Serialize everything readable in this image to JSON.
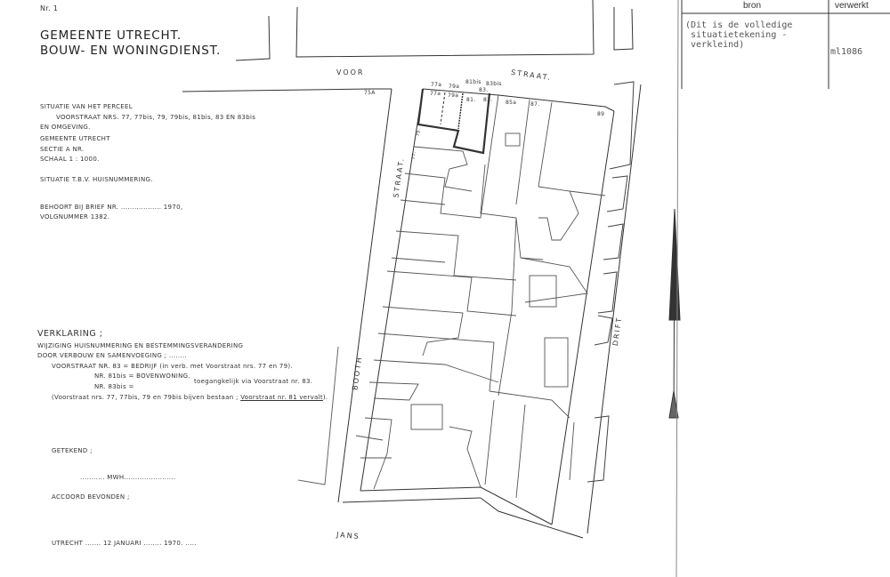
{
  "header": {
    "nr_label": "Nr.",
    "nr_value": "1",
    "title_line1": "GEMEENTE UTRECHT.",
    "title_line2": "BOUW- EN WONINGDIENST."
  },
  "situatie": {
    "line1": "SITUATIE   VAN  HET   PERCEEL",
    "line2": "VOORSTRAAT NRS. 77, 77bis, 79, 79bis, 81bis, 83 EN 83bis",
    "line3": "EN OMGEVING.",
    "gemeente": "GEMEENTE  UTRECHT",
    "sectie": "SECTIE       A            NR.",
    "schaal": "SCHAAL     1 : 1000.",
    "tbv": "SITUATIE T.B.V. HUISNUMMERING.",
    "brief": "BEHOORT BIJ BRIEF NR. .................. 1970,",
    "volgnummer": "VOLGNUMMER  1382."
  },
  "verklaring": {
    "title": "VERKLARING ;",
    "line1": "WIJZIGING HUISNUMMERING EN BESTEMMINGSVERANDERING",
    "line2": "DOOR VERBOUW EN SAMENVOEGING ; ........",
    "line3": "VOORSTRAAT NR. 83 = BEDRIJF (in verb. met Voorstraat nrs. 77 en 79).",
    "line4": "NR. 81bis = BOVENWONING.",
    "line5": "NR. 83bis  =",
    "line5b": "toegangkelijk via Voorstraat nr. 83.",
    "line6a": "(Voorstraat nrs. 77, 77bis, 79 en 79bis bijven bestaan ;",
    "line6b": "Voorstraat nr. 81 vervalt",
    "line6c": ")."
  },
  "signatures": {
    "getekend": "GETEKEND ;",
    "signer": "........... MWH.......................",
    "accoord": "ACCOORD BEVONDEN ;",
    "date": "UTRECHT ....... 12  JANUARI ........  1970. ....."
  },
  "map": {
    "street_voor": "VOOR",
    "street_straat": "STRAAT.",
    "street_booth": "BOOTH",
    "street_straat2": "STRAAT.",
    "street_drift": "DRIFT",
    "street_jans": "JANS",
    "labels": [
      "75A",
      "77a",
      "79a",
      "81bis",
      "83bis",
      "83.",
      "77a",
      "79a",
      "81.",
      "83.",
      "85a",
      "87.",
      "89",
      "79.",
      "77."
    ]
  },
  "archive_table": {
    "col1_header": "bron",
    "col2_header": "verwerkt",
    "bron_text": "(Dit is de volledige\n situatietekening -\n verkleind)",
    "verwerkt_text": "ml1086"
  }
}
